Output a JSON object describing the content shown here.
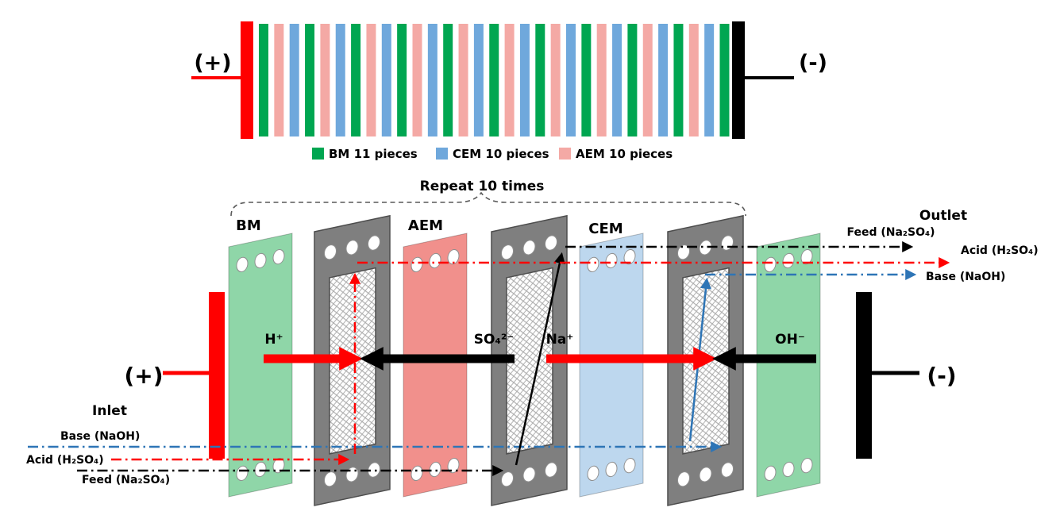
{
  "stack": {
    "anode_label": "(+)",
    "cathode_label": "(-)",
    "unit_pattern": [
      "BM",
      "AEM",
      "CEM"
    ],
    "repeats": 10,
    "final_membrane": "BM",
    "colors": {
      "BM": "#00A651",
      "CEM": "#6FA8DC",
      "AEM": "#F4A9A5",
      "anode": "#FF0000",
      "cathode": "#000000"
    },
    "legend": [
      {
        "key": "BM",
        "label": "BM 11 pieces"
      },
      {
        "key": "CEM",
        "label": "CEM 10 pieces"
      },
      {
        "key": "AEM",
        "label": "AEM 10 pieces"
      }
    ]
  },
  "exploded": {
    "repeat_note": "Repeat 10 times",
    "anode_label": "(+)",
    "cathode_label": "(-)",
    "inlet_label": "Inlet",
    "outlet_label": "Outlet",
    "membranes": {
      "bm": "BM",
      "aem": "AEM",
      "cem": "CEM"
    },
    "ions": {
      "proton": "H⁺",
      "sulfate": "SO₄²⁻",
      "sodium": "Na⁺",
      "hydroxide": "OH⁻"
    },
    "streams": {
      "base_in": "Base (NaOH)",
      "acid_in": "Acid (H₂SO₄)",
      "feed_in": "Feed (Na₂SO₄)",
      "feed_out": "Feed (Na₂SO₄)",
      "acid_out": "Acid (H₂SO₄)",
      "base_out": "Base (NaOH)"
    },
    "colors": {
      "bm": "#8FD6A8",
      "aem": "#F1908C",
      "cem": "#BDD7EE",
      "spacer": "#7F7F7F",
      "red": "#FF0000",
      "blue": "#2E75B6",
      "black": "#000000"
    }
  }
}
